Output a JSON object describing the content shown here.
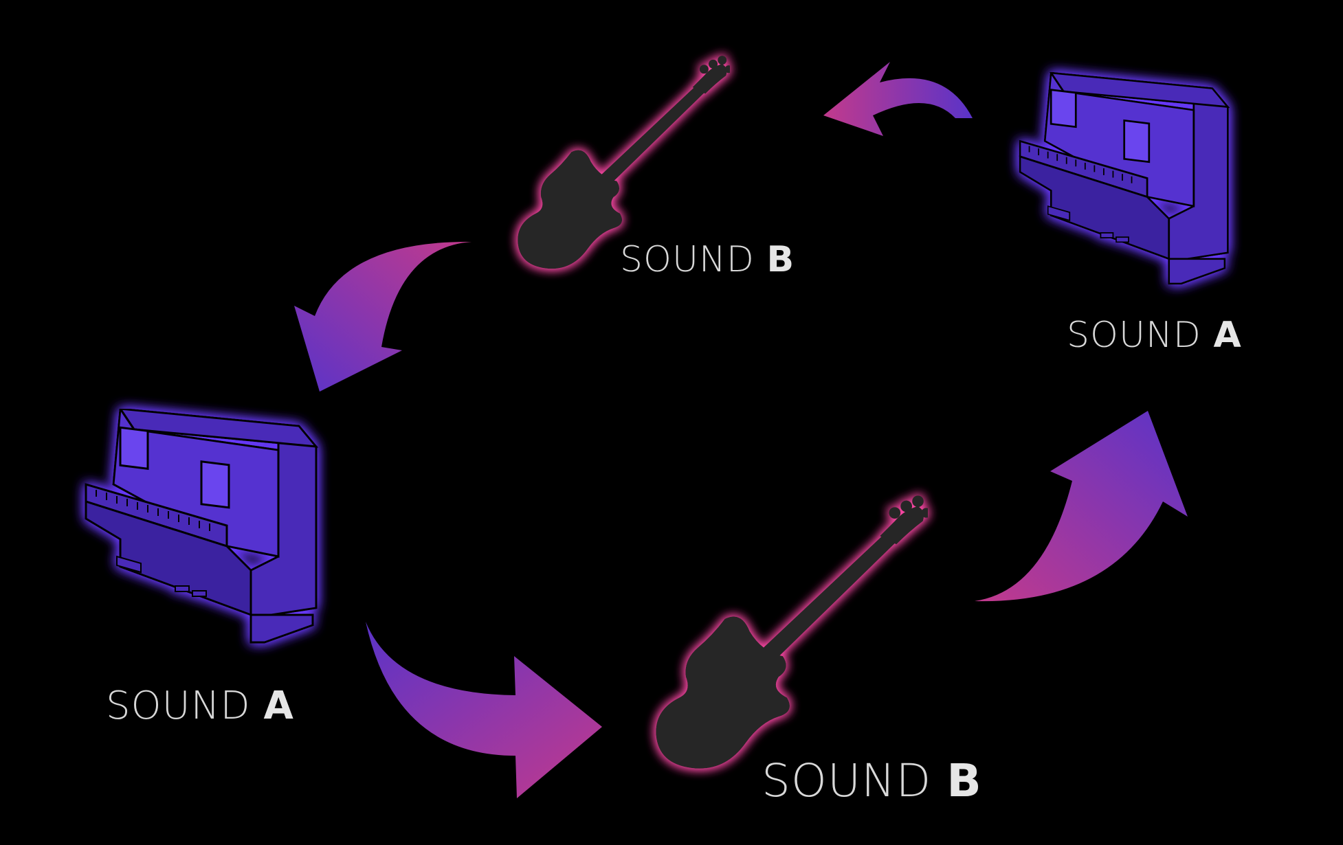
{
  "colors": {
    "background": "#000000",
    "piano_glow": "#6a3cff",
    "piano_body": "#4a2bb8",
    "guitar_glow": "#ff4aa8",
    "guitar_body": "#262626",
    "arrow_pink": "#c23a8c",
    "arrow_purple": "#5a33c8",
    "label_text": "#d8d8d8"
  },
  "icons": {
    "piano": "upright-piano-icon",
    "guitar": "bass-guitar-icon",
    "arrow": "curved-arrow-icon"
  },
  "nodes": {
    "piano_left": {
      "word": "SOUND",
      "letter": "A"
    },
    "guitar_bottom": {
      "word": "SOUND",
      "letter": "B"
    },
    "piano_right": {
      "word": "SOUND",
      "letter": "A"
    },
    "guitar_top": {
      "word": "SOUND",
      "letter": "B"
    }
  }
}
